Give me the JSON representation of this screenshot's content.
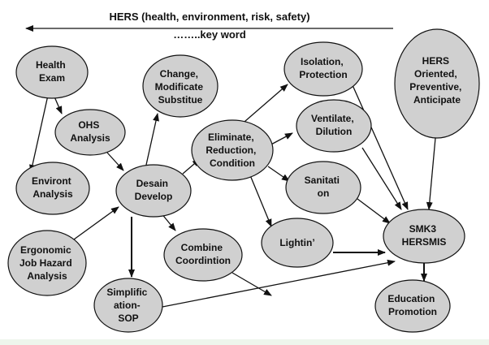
{
  "header": {
    "title": "HERS (health, environment, risk, safety)",
    "subtitle": "……..key word"
  },
  "nodes": [
    {
      "id": "health-exam",
      "lines": [
        "Health",
        "Exam"
      ]
    },
    {
      "id": "change",
      "lines": [
        "Change,",
        "Modificate",
        "Substitue"
      ]
    },
    {
      "id": "isolation",
      "lines": [
        "Isolation,",
        "Protection"
      ]
    },
    {
      "id": "hers-oriented",
      "lines": [
        "HERS",
        "Oriented,",
        "Preventive,",
        "Anticipate"
      ]
    },
    {
      "id": "ohs-analysis",
      "lines": [
        "OHS",
        "Analysis"
      ]
    },
    {
      "id": "ventilate",
      "lines": [
        "Ventilate,",
        "Dilution"
      ]
    },
    {
      "id": "eliminate",
      "lines": [
        "Eliminate,",
        "Reduction,",
        "Condition"
      ]
    },
    {
      "id": "environt",
      "lines": [
        "Environt",
        "Analysis"
      ]
    },
    {
      "id": "desain",
      "lines": [
        "Desain",
        "Develop"
      ]
    },
    {
      "id": "sanitation",
      "lines": [
        "Sanitati",
        "on"
      ]
    },
    {
      "id": "ergonomic",
      "lines": [
        "Ergonomic",
        "Job Hazard",
        "Analysis"
      ]
    },
    {
      "id": "combine",
      "lines": [
        "Combine",
        "Coordintion"
      ]
    },
    {
      "id": "lighting",
      "lines": [
        "Lightin’"
      ]
    },
    {
      "id": "smk3",
      "lines": [
        "SMK3",
        "HERSMIS"
      ]
    },
    {
      "id": "simplification",
      "lines": [
        "Simplific",
        "ation-",
        "SOP"
      ]
    },
    {
      "id": "education",
      "lines": [
        "Education",
        "Promotion"
      ]
    }
  ]
}
